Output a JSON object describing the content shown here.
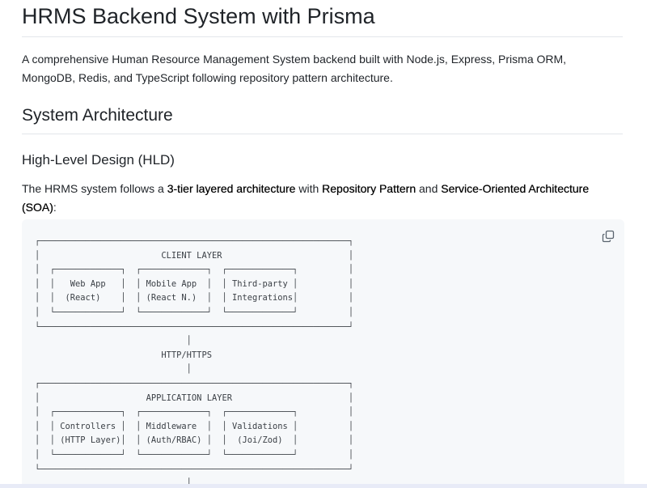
{
  "title": "HRMS Backend System with Prisma",
  "intro": "A comprehensive Human Resource Management System backend built with Node.js, Express, Prisma ORM, MongoDB, Redis, and TypeScript following repository pattern architecture.",
  "architecture_heading": "System Architecture",
  "hld_heading": "High-Level Design (HLD)",
  "hld_text": {
    "p1": "The HRMS system follows a ",
    "b1": "3-tier layered architecture",
    "p2": " with ",
    "b2": "Repository Pattern",
    "p3": " and ",
    "b3": "Service-Oriented Architecture (SOA)",
    "p4": ":"
  },
  "diagram_code": "┌─────────────────────────────────────────────────────────────┐\n│                        CLIENT LAYER                         │\n│  ┌─────────────┐  ┌─────────────┐  ┌─────────────┐          │\n│  │   Web App   │  │ Mobile App  │  │ Third-party │          │\n│  │  (React)    │  │ (React N.)  │  │ Integrations│          │\n│  └─────────────┘  └─────────────┘  └─────────────┘          │\n└─────────────────────────────────────────────────────────────┘\n                              │\n                         HTTP/HTTPS\n                              │\n┌─────────────────────────────────────────────────────────────┐\n│                     APPLICATION LAYER                       │\n│  ┌─────────────┐  ┌─────────────┐  ┌─────────────┐          │\n│  │ Controllers │  │ Middleware  │  │ Validations │          │\n│  │ (HTTP Layer)│  │ (Auth/RBAC) │  │  (Joi/Zod)  │          │\n│  └─────────────┘  └─────────────┘  └─────────────┘          │\n└─────────────────────────────────────────────────────────────┘\n                              │",
  "icons": {
    "copy": "copy-icon"
  },
  "colors": {
    "code_background": "#f6f8fa",
    "text": "#1f2328",
    "divider": "#e3e6ea"
  }
}
